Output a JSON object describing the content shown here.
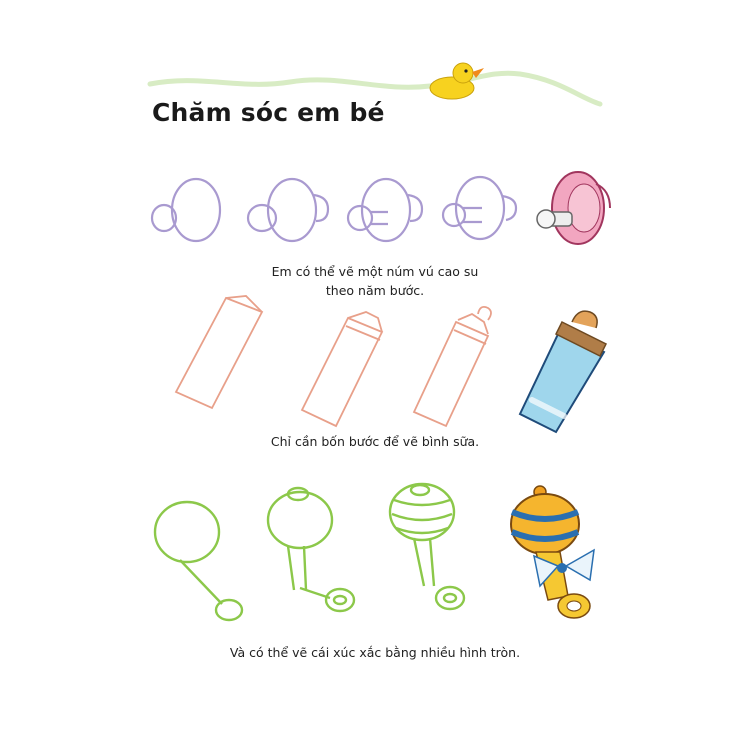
{
  "page": {
    "title": "Chăm sóc em bé"
  },
  "sections": [
    {
      "caption_line1": "Em có thể vẽ một núm vú cao su",
      "caption_line2": "theo năm bước."
    },
    {
      "caption": "Chỉ cần bốn bước để vẽ bình sữa."
    },
    {
      "caption": "Và có thể vẽ cái xúc xắc bằng nhiều hình tròn."
    }
  ],
  "colors": {
    "pacifier_stroke": "#a99ad0",
    "bottle_stroke": "#e8a08a",
    "rattle_stroke": "#8cc84a",
    "wave": "#d8ecc4",
    "duck": "#f7d21f"
  }
}
